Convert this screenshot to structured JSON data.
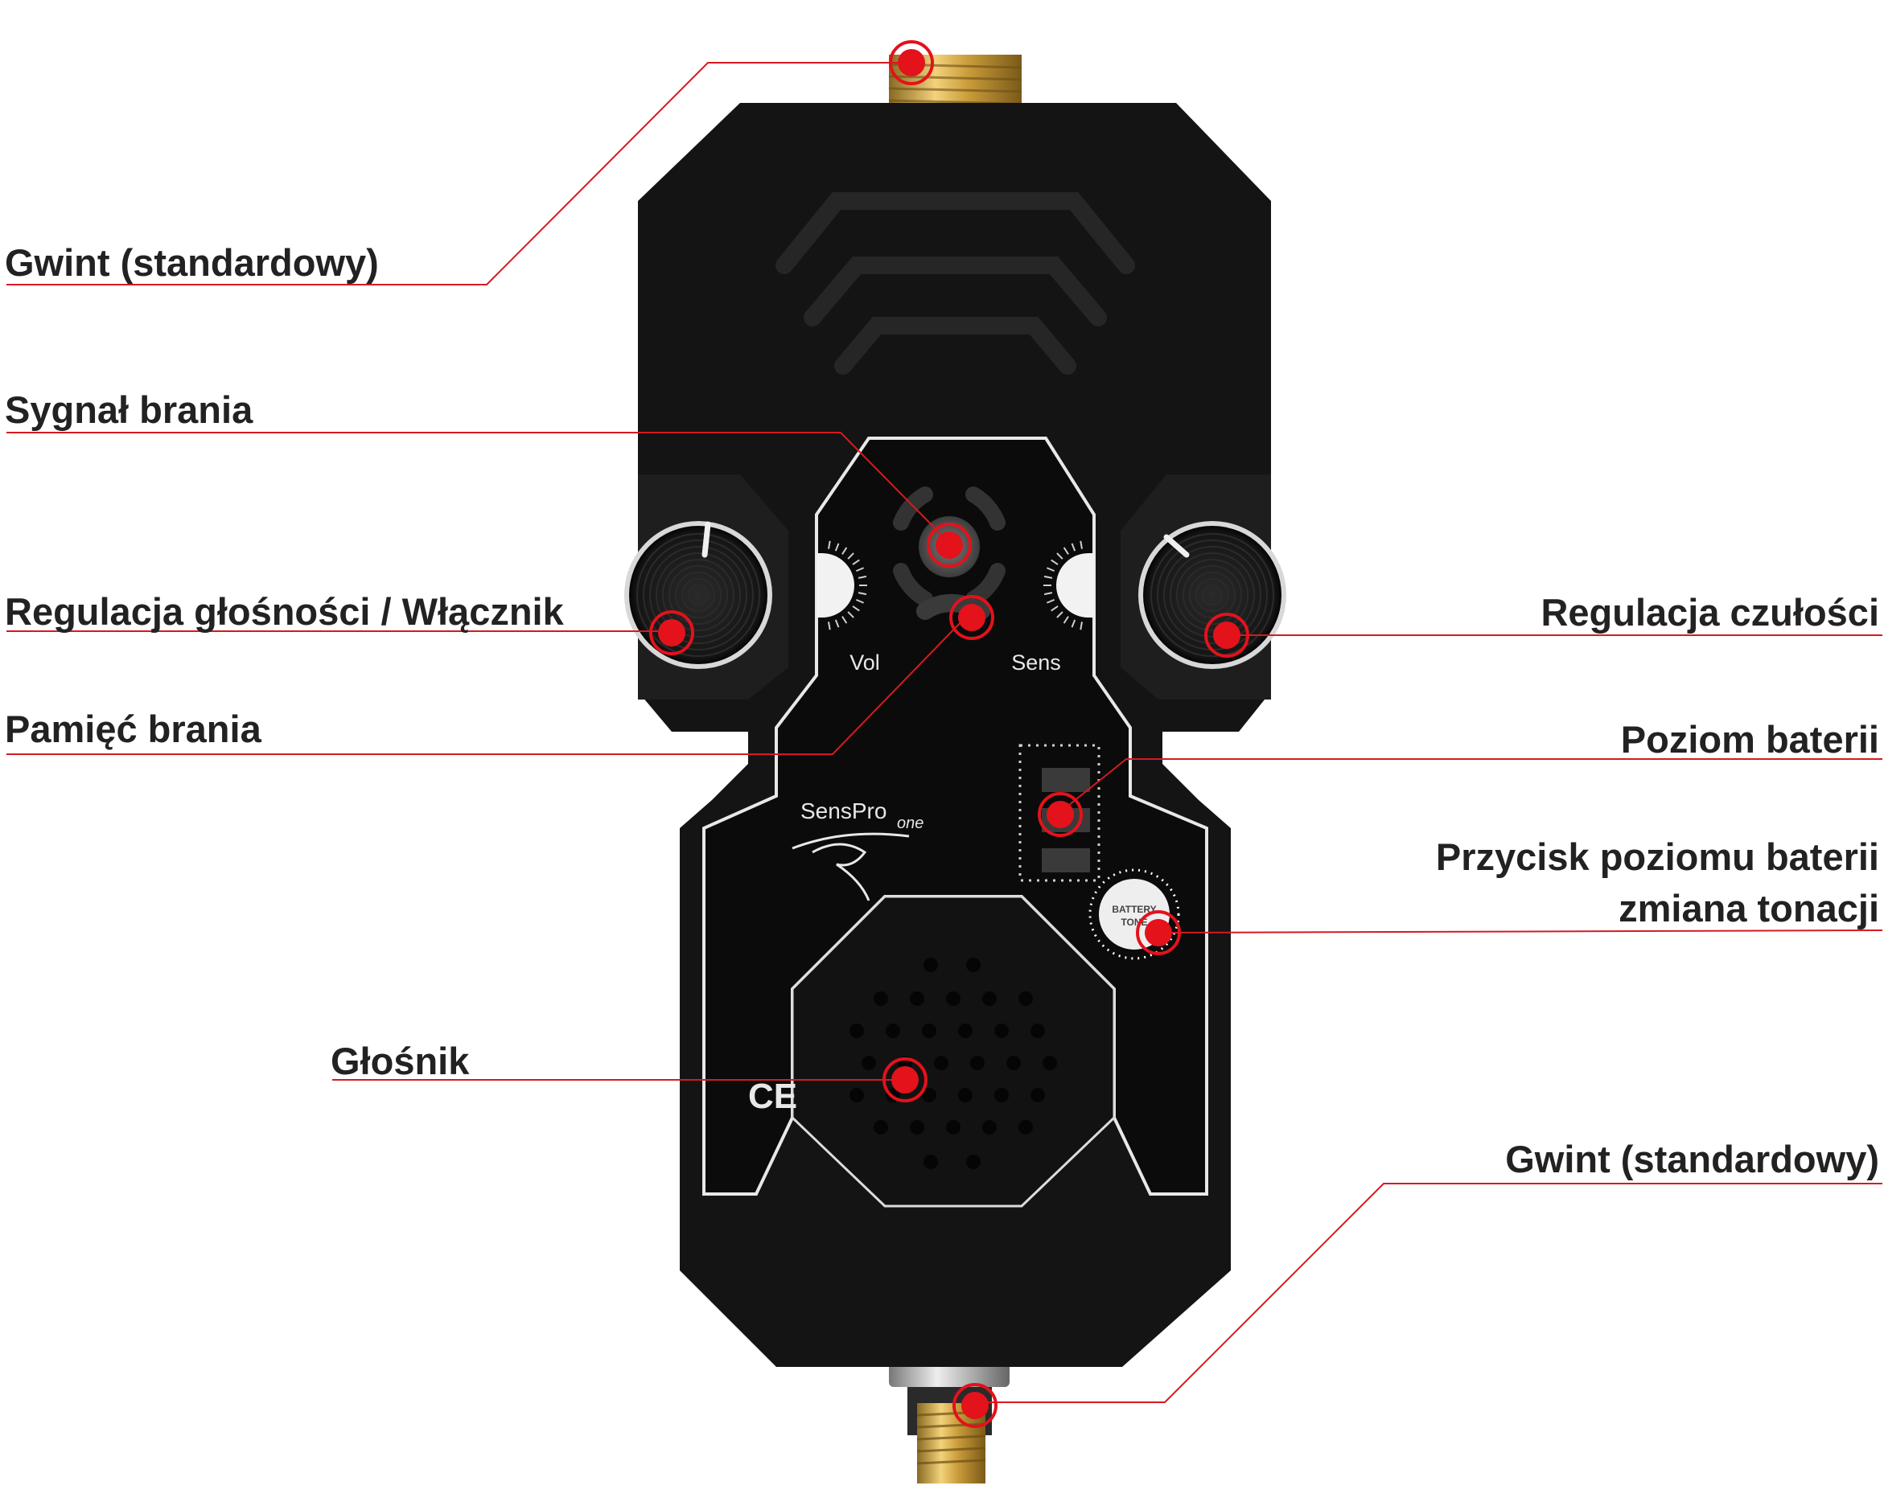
{
  "device": {
    "brand_main": "SensPro",
    "brand_sub": "one",
    "vol_label": "Vol",
    "sens_label": "Sens",
    "button_line1": "BATTERY",
    "button_line2": "TONE",
    "ce_mark": "CE",
    "body_color": "#111111",
    "accent_color": "#e3121b"
  },
  "callouts": {
    "thread_top": "Gwint (standardowy)",
    "bite_signal": "Sygnał brania",
    "volume_power": "Regulacja głośności / Włącznik",
    "bite_memory": "Pamięć brania",
    "speaker": "Głośnik",
    "sensitivity": "Regulacja czułości",
    "battery_level": "Poziom baterii",
    "battery_button_line1": "Przycisk poziomu baterii",
    "battery_button_line2": "zmiana tonacji",
    "thread_bottom": "Gwint (standardowy)"
  }
}
